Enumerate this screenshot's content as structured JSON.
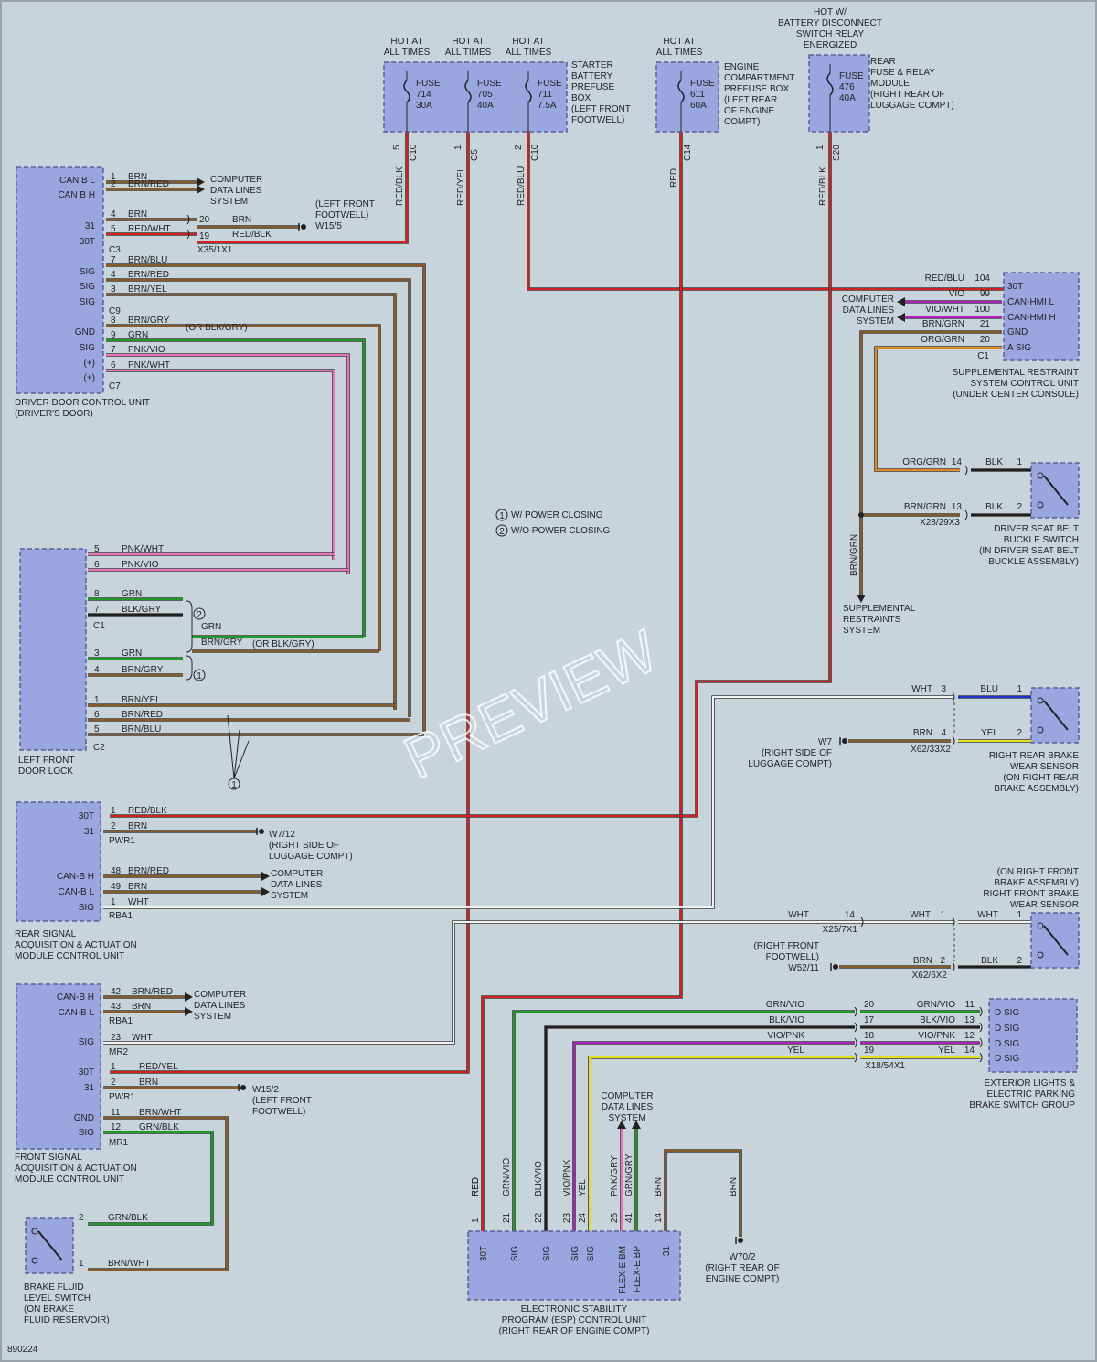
{
  "figure_id": "890224",
  "watermark": "PREVIEW",
  "colors": {
    "background": "#c8d4dc",
    "module_fill": "#9aa6e0",
    "module_stroke": "#5a5f9a"
  },
  "wire_colors": {
    "BRN": "#8a5a2b",
    "RED": "#d62020",
    "GRN": "#1f9a2a",
    "WHT": "#f2f2f2",
    "YEL": "#e4e020",
    "BLU": "#2030d0",
    "BLK": "#202020",
    "VIO": "#b020c0",
    "PNK": "#f070c0",
    "GRY": "#8a8a8a",
    "ORG": "#e08a20"
  },
  "fuse_blocks": [
    {
      "id": "starter-prefuse",
      "headers": [
        "HOT AT\nALL TIMES",
        "HOT AT\nALL TIMES",
        "HOT AT\nALL TIMES"
      ],
      "fuses": [
        "FUSE\n714\n30A",
        "FUSE\n705\n40A",
        "FUSE\n711\n7.5A"
      ],
      "label": "STARTER\nBATTERY\nPREFUSE\nBOX\n(LEFT FRONT\nFOOTWELL)",
      "pins": [
        "5",
        "1",
        "2"
      ],
      "connectors": [
        "C10",
        "C5",
        "C10"
      ]
    },
    {
      "id": "engine-prefuse",
      "headers": [
        "HOT AT\nALL TIMES"
      ],
      "fuses": [
        "FUSE\n611\n60A"
      ],
      "label": "ENGINE\nCOMPARTMENT\nPREFUSE BOX\n(LEFT REAR\nOF ENGINE\nCOMPT)",
      "pins": [
        ""
      ],
      "connectors": [
        "C14"
      ]
    },
    {
      "id": "rear-fuse-relay",
      "headers": [
        "HOT W/\nBATTERY DISCONNECT\nSWITCH RELAY\nENERGIZED"
      ],
      "fuses": [
        "FUSE\n476\n40A"
      ],
      "label": "REAR\nFUSE & RELAY\nMODULE\n(RIGHT REAR OF\nLUGGAGE COMPT)",
      "pins": [
        "1"
      ],
      "connectors": [
        "S20"
      ]
    }
  ],
  "modules": {
    "driver_door": {
      "label": "DRIVER DOOR CONTROL UNIT\n(DRIVER'S DOOR)",
      "pin_labels": [
        "CAN B L",
        "CAN B H",
        "31",
        "30T",
        "SIG",
        "SIG",
        "SIG",
        "GND",
        "SIG",
        "(+)",
        "(+)"
      ],
      "rows": [
        {
          "pin": "1",
          "wire": "BRN"
        },
        {
          "pin": "2",
          "wire": "BRN/RED"
        },
        {
          "pin": "4",
          "wire": "BRN"
        },
        {
          "pin": "5",
          "wire": "RED/WHT"
        },
        {
          "pin": "7",
          "wire": "BRN/BLU"
        },
        {
          "pin": "4",
          "wire": "BRN/RED"
        },
        {
          "pin": "3",
          "wire": "BRN/YEL"
        },
        {
          "pin": "8",
          "wire": "BRN/GRY"
        },
        {
          "pin": "9",
          "wire": "GRN"
        },
        {
          "pin": "7",
          "wire": "PNK/VIO"
        },
        {
          "pin": "6",
          "wire": "PNK/WHT"
        }
      ],
      "connectors": [
        "C3",
        "C9",
        "C7"
      ],
      "alt_note": "(OR BLK/GRY)",
      "cdls": "COMPUTER\nDATA LINES\nSYSTEM",
      "splice": {
        "pins": [
          "20",
          "19"
        ],
        "wires": [
          "BRN",
          "RED/BLK"
        ],
        "connector": "X35/1X1"
      },
      "ground": "(LEFT FRONT\nFOOTWELL)\nW15/5"
    },
    "door_lock": {
      "label": "LEFT FRONT\nDOOR LOCK",
      "rows": [
        {
          "pin": "5",
          "wire": "PNK/WHT"
        },
        {
          "pin": "6",
          "wire": "PNK/VIO"
        },
        {
          "pin": "8",
          "wire": "GRN"
        },
        {
          "pin": "7",
          "wire": "BLK/GRY"
        },
        {
          "pin": "3",
          "wire": "GRN"
        },
        {
          "pin": "4",
          "wire": "BRN/GRY"
        },
        {
          "pin": "1",
          "wire": "BRN/YEL"
        },
        {
          "pin": "6",
          "wire": "BRN/RED"
        },
        {
          "pin": "5",
          "wire": "BRN/BLU"
        }
      ],
      "connectors": [
        "C1",
        "C2"
      ],
      "merged": [
        "GRN",
        "BRN/GRY"
      ],
      "alt_note": "(OR BLK/GRY)",
      "callouts": [
        "2",
        "1",
        "1"
      ]
    },
    "rear_signal": {
      "label": "REAR SIGNAL\nACQUISITION & ACTUATION\nMODULE CONTROL UNIT",
      "pin_labels": [
        "30T",
        "31",
        "CAN-B H",
        "CAN-B L",
        "SIG"
      ],
      "rows": [
        {
          "pin": "1",
          "wire": "RED/BLK"
        },
        {
          "pin": "2",
          "wire": "BRN"
        },
        {
          "pin": "48",
          "wire": "BRN/RED"
        },
        {
          "pin": "49",
          "wire": "BRN"
        },
        {
          "pin": "1",
          "wire": "WHT"
        }
      ],
      "connectors": [
        "PWR1",
        "RBA1"
      ],
      "ground": "W7/12\n(RIGHT SIDE OF\nLUGGAGE COMPT)",
      "cdls": "COMPUTER\nDATA LINES\nSYSTEM"
    },
    "front_signal": {
      "label": "FRONT SIGNAL\nACQUISITION & ACTUATION\nMODULE CONTROL UNIT",
      "pin_labels": [
        "CAN-B H",
        "CAN-B L",
        "SIG",
        "30T",
        "31",
        "GND",
        "SIG"
      ],
      "rows": [
        {
          "pin": "42",
          "wire": "BRN/RED"
        },
        {
          "pin": "43",
          "wire": "BRN"
        },
        {
          "pin": "23",
          "wire": "WHT"
        },
        {
          "pin": "1",
          "wire": "RED/YEL"
        },
        {
          "pin": "2",
          "wire": "BRN"
        },
        {
          "pin": "11",
          "wire": "BRN/WHT"
        },
        {
          "pin": "12",
          "wire": "GRN/BLK"
        }
      ],
      "connectors": [
        "RBA1",
        "MR2",
        "PWR1",
        "MR1"
      ],
      "ground": "W15/2\n(LEFT FRONT\nFOOTWELL)",
      "cdls": "COMPUTER\nDATA LINES\nSYSTEM"
    },
    "brake_fluid": {
      "label": "BRAKE FLUID\nLEVEL SWITCH\n(ON BRAKE\nFLUID RESERVOIR)",
      "rows": [
        {
          "pin": "2",
          "wire": "GRN/BLK"
        },
        {
          "pin": "1",
          "wire": "BRN/WHT"
        }
      ]
    },
    "srs": {
      "label": "SUPPLEMENTAL RESTRAINT\nSYSTEM CONTROL UNIT\n(UNDER CENTER CONSOLE)",
      "pin_labels": [
        "30T",
        "CAN-HMI L",
        "CAN-HMI H",
        "GND",
        "A SIG"
      ],
      "rows": [
        {
          "pin": "104",
          "wire": "RED/BLU"
        },
        {
          "pin": "99",
          "wire": "VIO"
        },
        {
          "pin": "100",
          "wire": "VIO/WHT"
        },
        {
          "pin": "21",
          "wire": "BRN/GRN"
        },
        {
          "pin": "20",
          "wire": "ORG/GRN"
        }
      ],
      "connectors": [
        "C1"
      ],
      "cdls": "COMPUTER\nDATA LINES\nSYSTEM"
    },
    "seat_belt": {
      "label": "DRIVER SEAT BELT\nBUCKLE SWITCH\n(IN DRIVER SEAT BELT\nBUCKLE ASSEMBLY)",
      "rows": [
        {
          "pin_a": "14",
          "wire_a": "ORG/GRN",
          "wire_b": "BLK",
          "pin_b": "1"
        },
        {
          "pin_a": "13",
          "wire_a": "BRN/GRN",
          "wire_b": "BLK",
          "pin_b": "2"
        }
      ],
      "connector": "X28/29X3",
      "restraints": "SUPPLEMENTAL\nRESTRAINTS\nSYSTEM",
      "restraints_wire": "BRN/GRN"
    },
    "rear_brake_sensor": {
      "label": "RIGHT REAR BRAKE\nWEAR SENSOR\n(ON RIGHT REAR\nBRAKE ASSEMBLY)",
      "rows": [
        {
          "wire_a": "WHT",
          "pin_a": "3",
          "wire_b": "BLU",
          "pin_b": "1"
        },
        {
          "wire_a": "BRN",
          "pin_a": "4",
          "wire_b": "YEL",
          "pin_b": "2"
        }
      ],
      "connector": "X62/33X2",
      "ground": "W7\n(RIGHT SIDE OF\nLUGGAGE COMPT)"
    },
    "front_brake_sensor": {
      "label": "(ON RIGHT FRONT\nBRAKE ASSEMBLY)\nRIGHT FRONT BRAKE\nWEAR SENSOR",
      "rows": [
        {
          "wire_a": "WHT",
          "pin_a": "14",
          "wire_b": "WHT",
          "pin_b": "1",
          "wire_c": "WHT",
          "pin_c": "1"
        },
        {
          "wire_a": "",
          "pin_a": "",
          "wire_b": "BRN",
          "pin_b": "2",
          "wire_c": "BLK",
          "pin_c": "2"
        }
      ],
      "connectors": [
        "X25/7X1",
        "X62/6X2"
      ],
      "ground": "(RIGHT FRONT\nFOOTWELL)\nW52/11"
    },
    "ext_lights": {
      "label": "EXTERIOR LIGHTS &\nELECTRIC PARKING\nBRAKE SWITCH GROUP",
      "pin_labels": [
        "D SIG",
        "D SIG",
        "D SIG",
        "D SIG"
      ],
      "rows": [
        {
          "wire_a": "GRN/VIO",
          "pin_a": "20",
          "wire_b": "GRN/VIO",
          "pin_b": "11"
        },
        {
          "wire_a": "BLK/VIO",
          "pin_a": "17",
          "wire_b": "BLK/VIO",
          "pin_b": "13"
        },
        {
          "wire_a": "VIO/PNK",
          "pin_a": "18",
          "wire_b": "VIO/PNK",
          "pin_b": "12"
        },
        {
          "wire_a": "YEL",
          "pin_a": "19",
          "wire_b": "YEL",
          "pin_b": "14"
        }
      ],
      "connector": "X18/54X1"
    },
    "esp": {
      "label": "ELECTRONIC STABILITY\nPROGRAM (ESP) CONTROL UNIT\n(RIGHT REAR OF ENGINE COMPT)",
      "pins": [
        {
          "pin": "1",
          "wire": "RED",
          "label": "30T"
        },
        {
          "pin": "21",
          "wire": "GRN/VIO",
          "label": "SIG"
        },
        {
          "pin": "22",
          "wire": "BLK/VIO",
          "label": "SIG"
        },
        {
          "pin": "23",
          "wire": "VIO/PNK",
          "label": "SIG"
        },
        {
          "pin": "24",
          "wire": "YEL",
          "label": "SIG"
        },
        {
          "pin": "25",
          "wire": "PNK/GRY",
          "label": "FLEX-E BM"
        },
        {
          "pin": "41",
          "wire": "GRN/GRY",
          "label": "FLEX-E BP"
        },
        {
          "pin": "14",
          "wire": "BRN",
          "label": "31"
        }
      ],
      "cdls": "COMPUTER\nDATA LINES\nSYSTEM",
      "ground_wire": "BRN",
      "ground": "W70/2\n(RIGHT REAR OF\nENGINE COMPT)"
    }
  },
  "main_wires": {
    "red_blk": "RED/BLK",
    "red_yel": "RED/YEL",
    "red_blu": "RED/BLU",
    "red": "RED",
    "red_blk_2": "RED/BLK"
  },
  "legend": [
    "W/ POWER CLOSING",
    "W/O POWER CLOSING"
  ],
  "legend_nums": [
    "1",
    "2"
  ]
}
